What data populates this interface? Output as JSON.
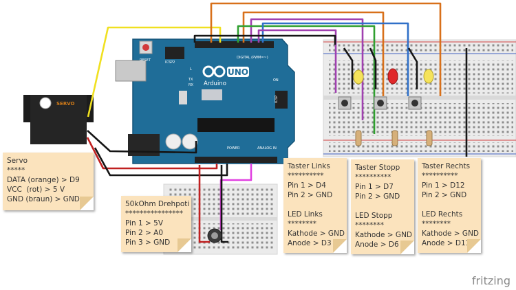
{
  "board": {
    "logo": "UNO",
    "brand": "Arduino",
    "reset_label": "RESET",
    "icsp2_label": "ICSP2",
    "icsp_label": "ICSP",
    "digital_label": "DIGITAL (PWM=~)",
    "analog_label": "ANALOG IN",
    "power_label": "POWER",
    "on_label": "ON",
    "l_label": "L",
    "tx_label": "TX",
    "rx_label": "RX"
  },
  "components": {
    "servo_label": "SERVO"
  },
  "notes": {
    "servo": [
      "Servo",
      "*****",
      "DATA (orange) > D9",
      "VCC  (rot) > 5 V",
      "GND (braun) > GND"
    ],
    "poti": [
      "50kOhm Drehpoti",
      "****************",
      "Pin 1 > 5V",
      "Pin 2 > A0",
      "Pin 3 > GND"
    ],
    "links": [
      "Taster Links",
      "**********",
      "Pin 1 > D4",
      "Pin 2 > GND",
      "",
      "LED Links",
      "********",
      "Kathode > GND",
      "Anode > D3"
    ],
    "stopp": [
      "Taster Stopp",
      "**********",
      "Pin 1 > D7",
      "Pin 2 > GND",
      "",
      "LED Stopp",
      "********",
      "Kathode > GND",
      "Anode > D6"
    ],
    "rechts": [
      "Taster Rechts",
      "**********",
      "Pin 1 > D12",
      "Pin 2 > GND",
      "",
      "LED Rechts",
      "********",
      "Kathode > GND",
      "Anode > D11"
    ]
  },
  "watermark": "fritzing",
  "colors": {
    "board": "#1f6d98",
    "note": "#fbe3bd",
    "breadboard": "#ebebeb",
    "wire_yellow": "#f0e020",
    "wire_orange": "#d8701a",
    "wire_purple": "#a040b0",
    "wire_green": "#30a030",
    "wire_blue": "#3070c8",
    "wire_red": "#c02020",
    "wire_pink": "#e040e0",
    "wire_black": "#151515"
  }
}
